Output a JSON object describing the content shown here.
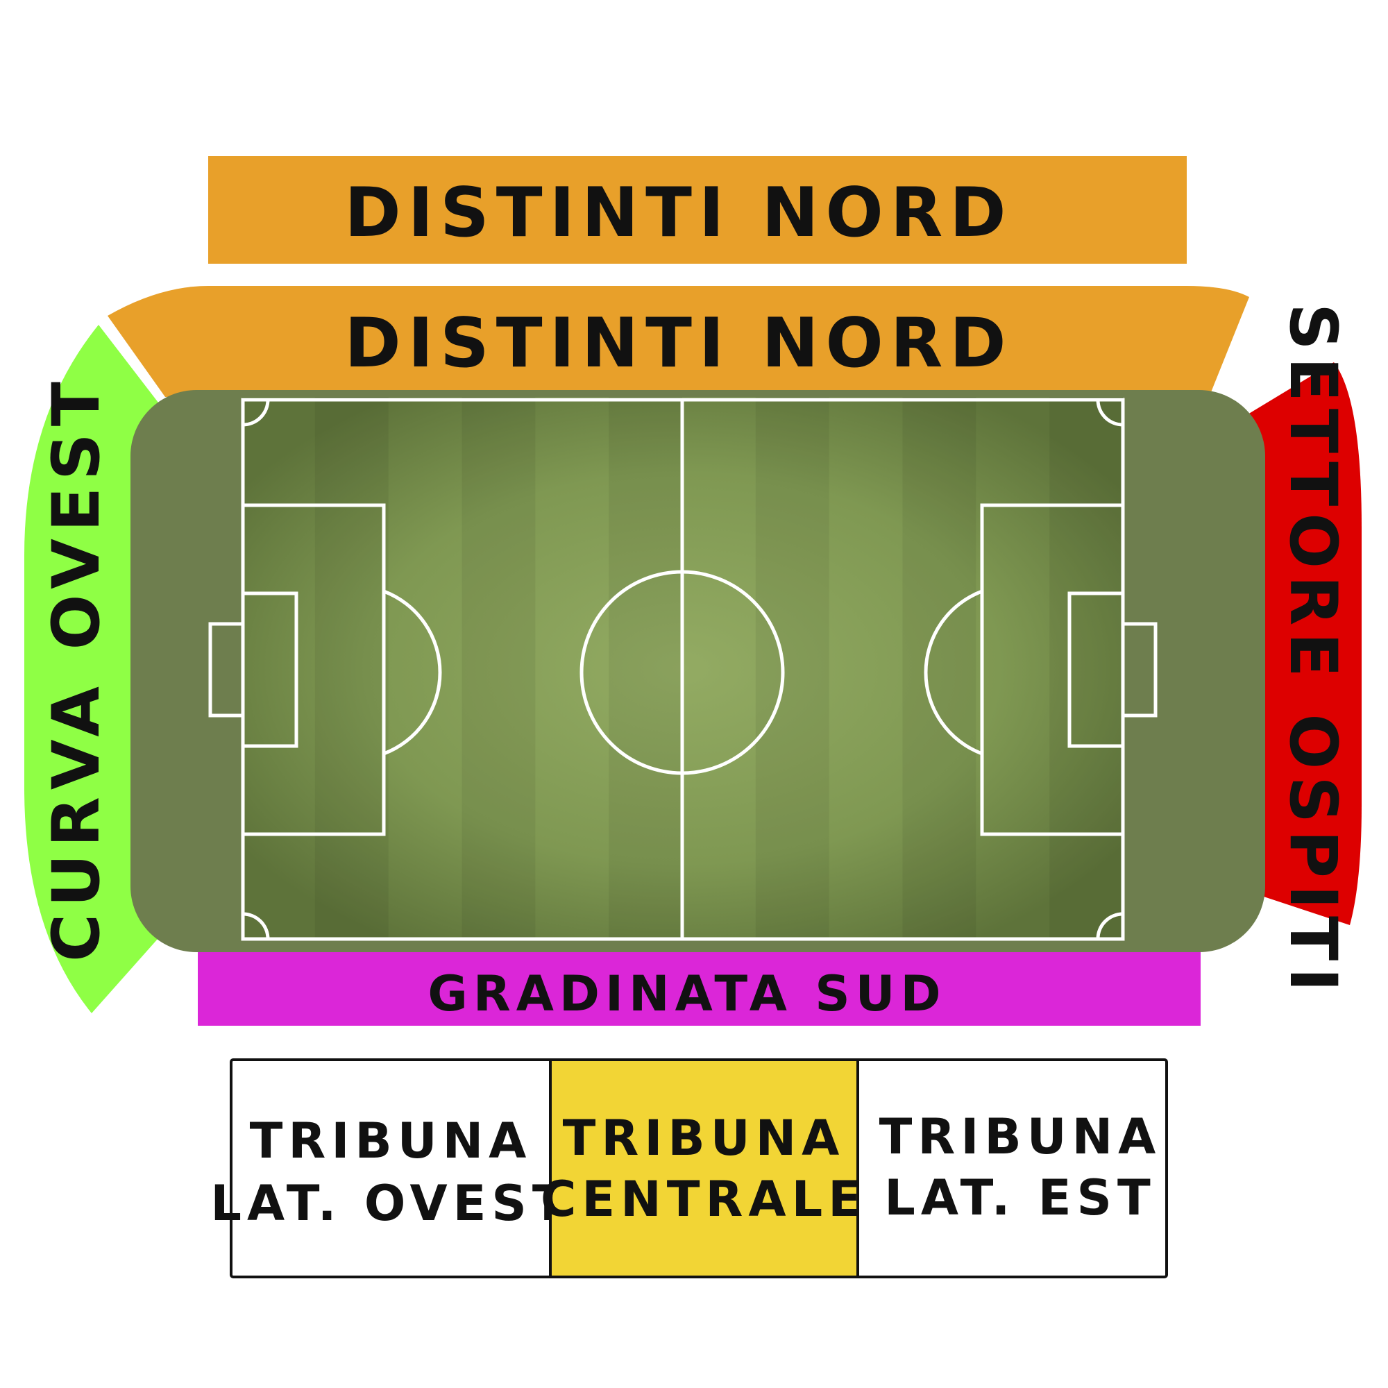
{
  "sectors": {
    "distinti_nord_upper": {
      "label": "DISTINTI NORD",
      "color": "#E8A02A"
    },
    "distinti_nord_lower": {
      "label": "DISTINTI NORD",
      "color": "#E8A02A"
    },
    "curva_ovest": {
      "label": "CURVA OVEST",
      "color": "#8FFF45"
    },
    "settore_ospiti": {
      "label": "SETTORE OSPITI",
      "color": "#DD0000"
    },
    "gradinata_sud": {
      "label": "GRADINATA SUD",
      "color": "#DB26D8"
    },
    "tribuna_lat_ovest": {
      "line1": "TRIBUNA",
      "line2": "LAT. OVEST",
      "color": "#FFFFFF"
    },
    "tribuna_centrale": {
      "line1": "TRIBUNA",
      "line2": "CENTRALE",
      "color": "#F2D535"
    },
    "tribuna_lat_est": {
      "line1": "TRIBUNA",
      "line2": "LAT. EST",
      "color": "#FFFFFF"
    }
  },
  "pitch": {
    "surround_color": "#6E7E4E",
    "grass_light": "#8BA35E",
    "grass_dark": "#6F8A45",
    "line_color": "#FFFFFF"
  }
}
